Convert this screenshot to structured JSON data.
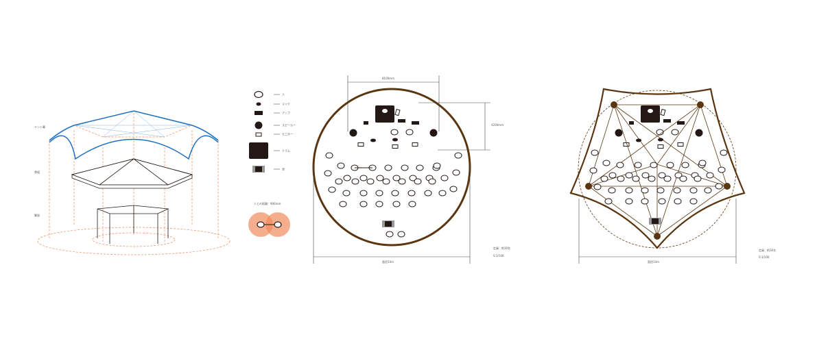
{
  "tent_labels": {
    "membrane": "テント幕",
    "frame": "骨組",
    "base": "脚部"
  },
  "legend": [
    {
      "icon": "person-icon",
      "label": "人"
    },
    {
      "icon": "microphone-icon",
      "label": "マイク"
    },
    {
      "icon": "amplifier-icon",
      "label": "アンプ"
    },
    {
      "icon": "speaker-icon",
      "label": "スピーカー"
    },
    {
      "icon": "monitor-icon",
      "label": "モニター"
    },
    {
      "icon": "drum-icon",
      "label": "ドラム"
    },
    {
      "icon": "mixer-desk-icon",
      "label": "卓"
    }
  ],
  "distance_note": "人との距離：900mm",
  "plan_round": {
    "width_dim": "8100mm",
    "depth_dim": "4200mm",
    "diameter": "直径14m",
    "capacity": "定員：約30名",
    "scale": "S:1/100"
  },
  "plan_pentagon": {
    "diameter": "直径14m",
    "capacity": "定員：約30名",
    "scale": "S:1/100"
  },
  "colors": {
    "brown": "#5a3510",
    "blue": "#1f6fbf",
    "orange": "#f08a5d",
    "dark": "#231815"
  }
}
